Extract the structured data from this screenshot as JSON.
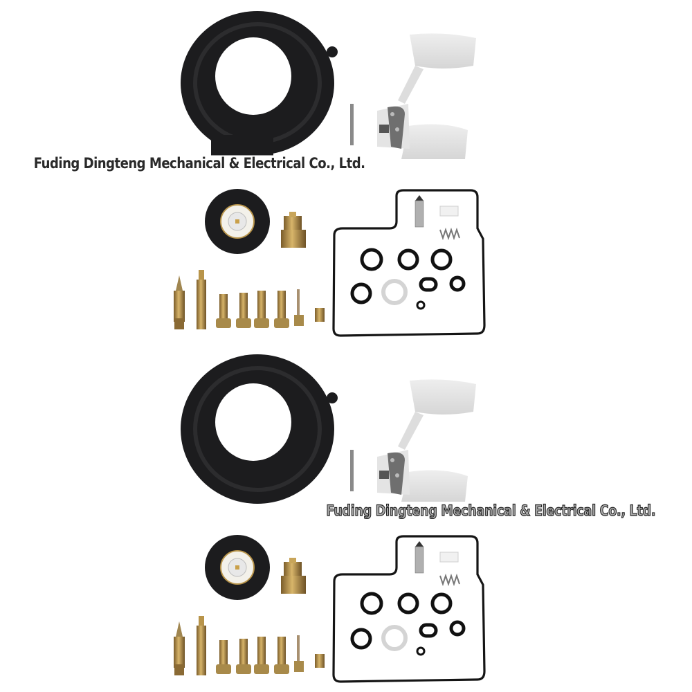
{
  "image": {
    "background": "#ffffff",
    "description": "Carburetor rebuild kit product photo, shown twice stacked vertically"
  },
  "watermarks": [
    {
      "text": "Fuding Dingteng Mechanical & Electrical Co., Ltd.",
      "style": "solid-dark"
    },
    {
      "text": "Fuding Dingteng Mechanical & Electrical Co., Ltd.",
      "style": "outlined-gray"
    }
  ],
  "kit_parts": [
    "large-rubber-diaphragm",
    "float-assembly",
    "float-pin",
    "accelerator-pump-diaphragm",
    "brass-plug",
    "mixture-screw",
    "slow-jet",
    "screw-1",
    "screw-2",
    "screw-3",
    "screw-4",
    "jet-needle",
    "main-jet",
    "float-bowl-gasket",
    "needle-valve",
    "filter",
    "spring",
    "o-ring-1",
    "o-ring-2",
    "o-ring-3",
    "o-ring-4",
    "fiber-washer",
    "oval-o-ring",
    "o-ring-5",
    "small-o-ring"
  ],
  "colors": {
    "rubber": "#1c1c1e",
    "brass": "#b8944a",
    "brass_dark": "#7a5c2a",
    "float": "#e6e6e6",
    "metal": "#8a8a8a",
    "gasket": "#151515"
  }
}
